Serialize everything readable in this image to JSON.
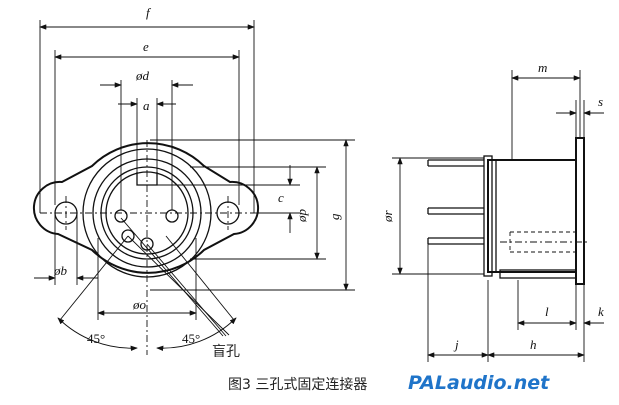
{
  "labels": {
    "f": "f",
    "e": "e",
    "d": "ød",
    "a": "a",
    "c": "c",
    "p": "øp",
    "g": "g",
    "b": "øb",
    "o": "øo",
    "angle_left": "45°",
    "angle_right": "45°",
    "blind_hole": "盲孔",
    "m": "m",
    "s": "s",
    "r": "ør",
    "l": "l",
    "k": "k",
    "j": "j",
    "h": "h"
  },
  "caption": "图3  三孔式固定连接器",
  "watermark": "PALaudio.net",
  "colors": {
    "line": "#111111",
    "watermark": "#1f74c9",
    "background": "#ffffff"
  }
}
